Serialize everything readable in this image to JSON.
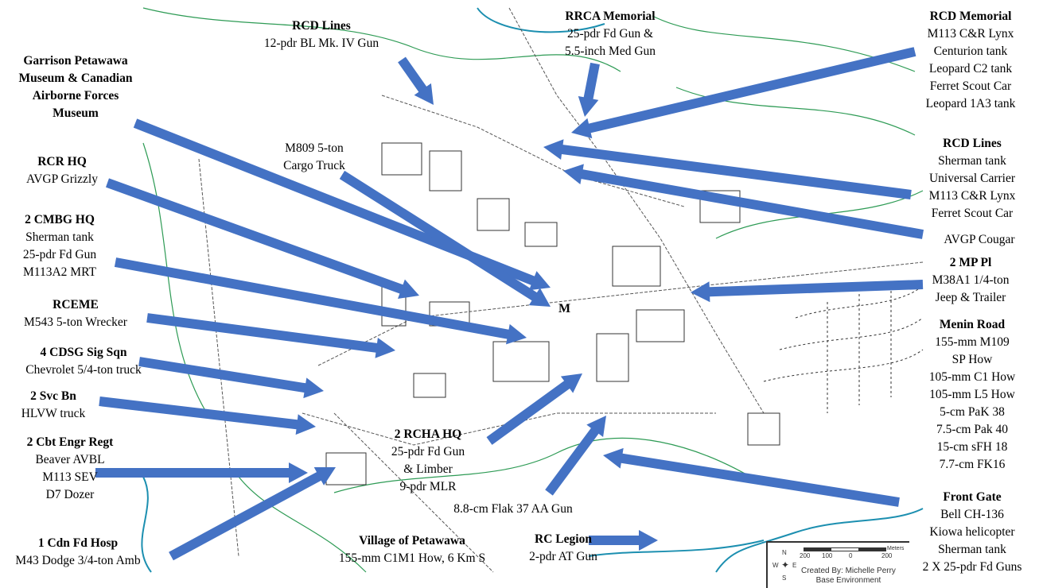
{
  "colors": {
    "arrow": "#4472c4",
    "contour": "#2e9b55",
    "water": "#1c8fb0",
    "road": "#555555",
    "building": "#333333"
  },
  "labels": [
    {
      "id": "rcd-lines-north",
      "title": "RCD Lines",
      "lines": [
        "12-pdr BL Mk. IV Gun"
      ]
    },
    {
      "id": "rrca-memorial",
      "title": "RRCA Memorial",
      "lines": [
        "25-pdr Fd Gun &",
        "5.5-inch Med Gun"
      ]
    },
    {
      "id": "rcd-memorial",
      "title": "RCD Memorial",
      "lines": [
        "M113  C&R Lynx",
        "Centurion tank",
        "Leopard C2 tank",
        "Ferret Scout Car",
        "Leopard 1A3 tank"
      ]
    },
    {
      "id": "garrison-museum",
      "title": "Garrison Petawawa Museum & Canadian Airborne Forces Museum",
      "lines": []
    },
    {
      "id": "m809",
      "title": "",
      "lines": [
        "M809  5-ton",
        "Cargo Truck"
      ]
    },
    {
      "id": "rcr-hq",
      "title": "RCR HQ",
      "lines": [
        "AVGP Grizzly"
      ]
    },
    {
      "id": "rcd-lines-east",
      "title": "RCD Lines",
      "lines": [
        "Sherman tank",
        "Universal Carrier",
        "M113  C&R Lynx",
        "Ferret Scout Car"
      ]
    },
    {
      "id": "avgp-cougar",
      "title": "",
      "lines": [
        "AVGP Cougar"
      ]
    },
    {
      "id": "2-cmbg-hq",
      "title": "2 CMBG HQ",
      "lines": [
        "Sherman tank",
        "25-pdr Fd Gun",
        "M113A2 MRT"
      ]
    },
    {
      "id": "2-mp-pl",
      "title": "2 MP Pl",
      "lines": [
        "M38A1  1/4-ton",
        "Jeep & Trailer"
      ]
    },
    {
      "id": "rceme",
      "title": "RCEME",
      "lines": [
        "M543  5-ton Wrecker"
      ]
    },
    {
      "id": "menin-road",
      "title": "Menin Road",
      "lines": [
        "155-mm  M109",
        "SP How",
        "105-mm  C1 How",
        "105-mm  L5 How",
        "5-cm  PaK 38",
        "7.5-cm  Pak 40",
        "15-cm  sFH 18",
        "7.7-cm  FK16"
      ]
    },
    {
      "id": "4-cdsg",
      "title": "4 CDSG Sig Sqn",
      "lines": [
        "Chevrolet 5/4-ton truck"
      ]
    },
    {
      "id": "2-svc-bn",
      "title": "2 Svc Bn",
      "lines": [
        "HLVW truck"
      ]
    },
    {
      "id": "2-cbt-engr",
      "title": "2 Cbt Engr Regt",
      "lines": [
        "Beaver AVBL",
        "M113  SEV",
        "D7 Dozer"
      ]
    },
    {
      "id": "2-rcha-hq",
      "title": "2 RCHA HQ",
      "lines": [
        "25-pdr Fd Gun",
        "& Limber",
        "9-pdr MLR"
      ]
    },
    {
      "id": "flak",
      "title": "",
      "lines": [
        "8.8-cm  Flak 37 AA Gun"
      ]
    },
    {
      "id": "front-gate",
      "title": "Front Gate",
      "lines": [
        "Bell  CH-136",
        "Kiowa helicopter",
        "Sherman tank",
        "2 X 25-pdr Fd Guns"
      ]
    },
    {
      "id": "1-cdn-fd-hosp",
      "title": "1 Cdn Fd Hosp",
      "lines": [
        "M43 Dodge 3/4-ton Amb"
      ]
    },
    {
      "id": "village-petawawa",
      "title": "Village of Petawawa",
      "lines": [
        "155-mm  C1M1 How, 6 Km S"
      ]
    },
    {
      "id": "rc-legion",
      "title": "RC Legion",
      "lines": [
        "2-pdr AT Gun"
      ]
    }
  ],
  "marker": "M",
  "legend": {
    "scale_ticks": [
      "200",
      "100",
      "0",
      "200"
    ],
    "units": "Meters",
    "compass": {
      "n": "N",
      "s": "S",
      "e": "E",
      "w": "W"
    },
    "credit": "Created By: Michelle Perry",
    "dept": "Base Environment"
  }
}
